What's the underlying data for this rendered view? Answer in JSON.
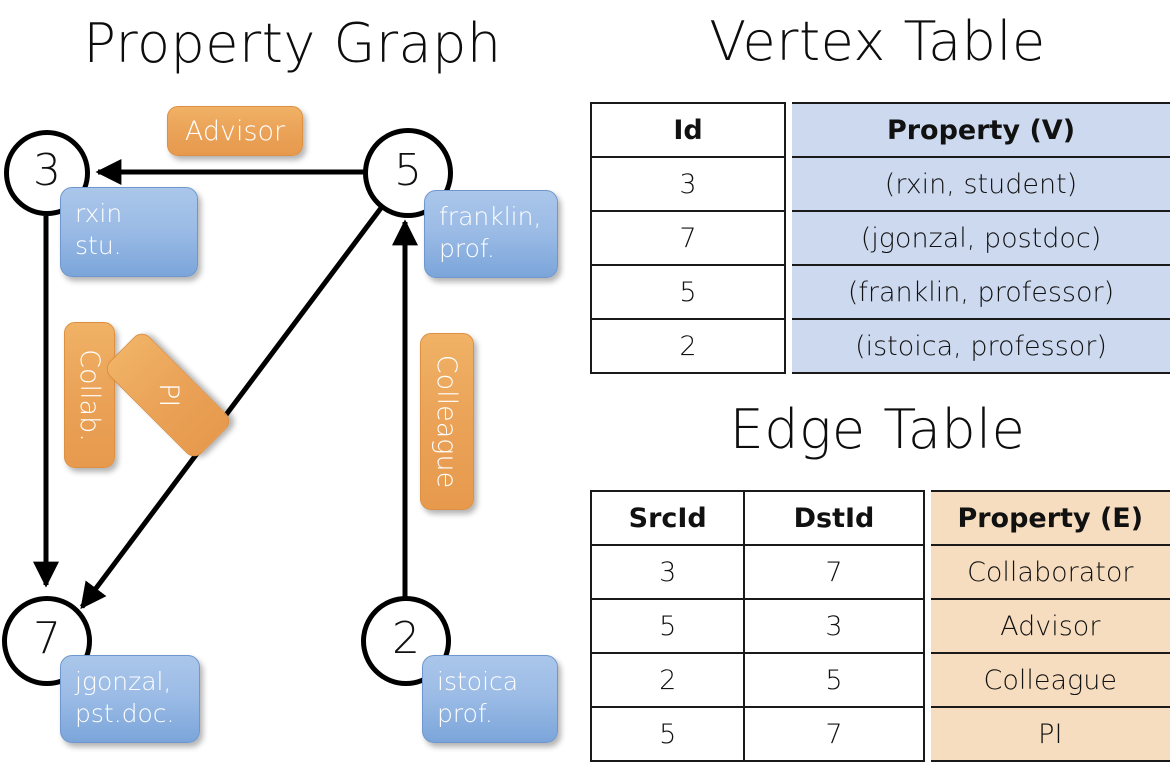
{
  "titles": {
    "property_graph": "Property Graph",
    "vertex_table": "Vertex Table",
    "edge_table": "Edge Table"
  },
  "graph": {
    "nodes": [
      {
        "id": "3",
        "property": "rxin\nstu."
      },
      {
        "id": "5",
        "property": "franklin,\nprof."
      },
      {
        "id": "7",
        "property": "jgonzal,\npst.doc."
      },
      {
        "id": "2",
        "property": "istoica\nprof."
      }
    ],
    "node_labels": {
      "n3": "3",
      "n5": "5",
      "n7": "7",
      "n2": "2"
    },
    "vertex_props": {
      "rxin_line1": "rxin",
      "rxin_line2": "stu.",
      "franklin_line1": "franklin,",
      "franklin_line2": "prof.",
      "jgonzal_line1": "jgonzal,",
      "jgonzal_line2": "pst.doc.",
      "istoica_line1": "istoica",
      "istoica_line2": "prof."
    },
    "edge_labels": {
      "advisor": "Advisor",
      "collab": "Collab.",
      "pi": "PI",
      "colleague": "Colleague"
    },
    "edges": [
      {
        "from": "5",
        "to": "3",
        "label": "Advisor"
      },
      {
        "from": "3",
        "to": "7",
        "label": "Collab."
      },
      {
        "from": "5",
        "to": "7",
        "label": "PI"
      },
      {
        "from": "2",
        "to": "5",
        "label": "Colleague"
      }
    ]
  },
  "vertex_table": {
    "headers": [
      "Id",
      "Property (V)"
    ],
    "rows": [
      {
        "id": "3",
        "property": "(rxin, student)"
      },
      {
        "id": "7",
        "property": "(jgonzal, postdoc)"
      },
      {
        "id": "5",
        "property": "(franklin, professor)"
      },
      {
        "id": "2",
        "property": "(istoica, professor)"
      }
    ]
  },
  "edge_table": {
    "headers": [
      "SrcId",
      "DstId",
      "Property (E)"
    ],
    "rows": [
      {
        "src": "3",
        "dst": "7",
        "property": "Collaborator"
      },
      {
        "src": "5",
        "dst": "3",
        "property": "Advisor"
      },
      {
        "src": "2",
        "dst": "5",
        "property": "Colleague"
      },
      {
        "src": "5",
        "dst": "7",
        "property": "PI"
      }
    ]
  },
  "colors": {
    "vertex_property_fill": "#ccd9ef",
    "edge_property_fill": "#f6ddc0",
    "node_box_blue": "#9cbce6",
    "edge_label_orange": "#eaa257",
    "border": "#1a1a1a",
    "background": "#ffffff"
  }
}
